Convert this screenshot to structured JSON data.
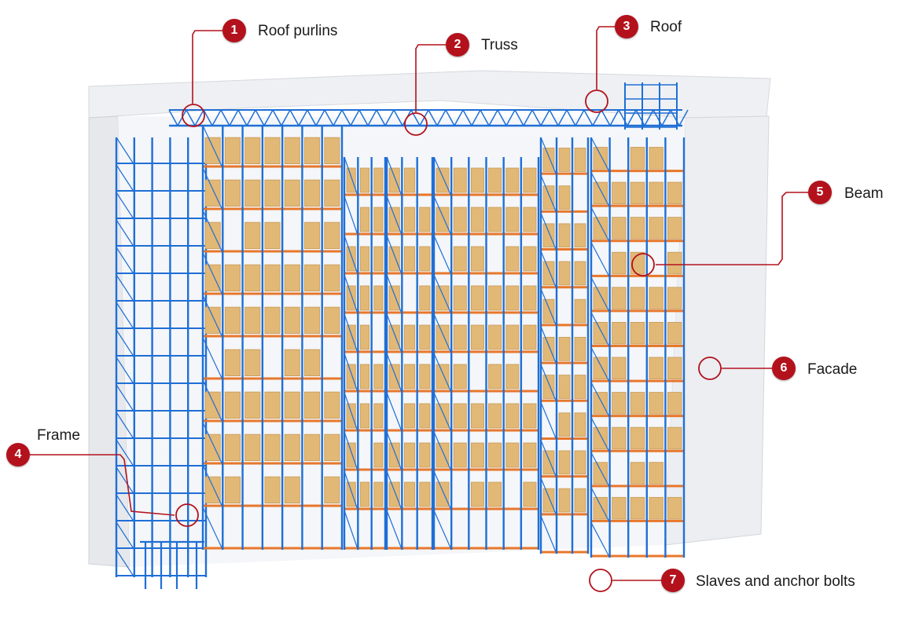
{
  "callouts": [
    {
      "number": "1",
      "label": "Roof purlins"
    },
    {
      "number": "2",
      "label": "Truss"
    },
    {
      "number": "3",
      "label": "Roof"
    },
    {
      "number": "4",
      "label": "Frame"
    },
    {
      "number": "5",
      "label": "Beam"
    },
    {
      "number": "6",
      "label": "Facade"
    },
    {
      "number": "7",
      "label": "Slaves and anchor bolts"
    }
  ],
  "colors": {
    "callout_red": "#b3121c",
    "rack_blue": "#1f6fd6",
    "beam_orange": "#e8772b",
    "box_tan": "#e2b877",
    "wall_grey": "#e9ebef"
  },
  "icons": [
    "callout-badge",
    "callout-target-circle"
  ]
}
